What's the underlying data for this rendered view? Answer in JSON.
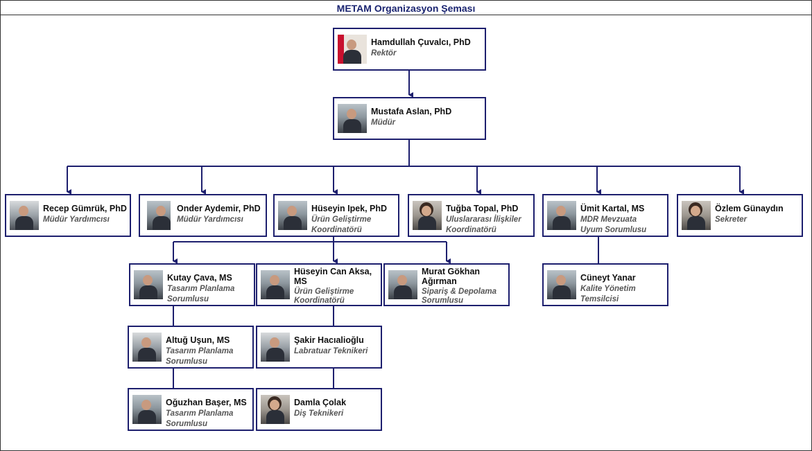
{
  "chart_title": "METAM Organizasyon Şeması",
  "nodes": {
    "rector": {
      "name": "Hamdullah Çuvalcı, PhD",
      "role": "Rektör"
    },
    "director": {
      "name": "Mustafa Aslan, PhD",
      "role": "Müdür"
    },
    "recep": {
      "name": "Recep Gümrük, PhD",
      "role": "Müdür Yardımcısı"
    },
    "onder": {
      "name": "Onder Aydemir, PhD",
      "role": "Müdür Yardımcısı"
    },
    "huseyin_ipek": {
      "name": "Hüseyin Ipek, PhD",
      "role_line1": "Ürün Geliştirme",
      "role_line2": "Koordinatörü"
    },
    "tugba": {
      "name": "Tuğba Topal, PhD",
      "role_line1": "Uluslararası İlişkiler",
      "role_line2": "Koordinatörü"
    },
    "umit": {
      "name": "Ümit Kartal, MS",
      "role_line1": "MDR Mevzuata",
      "role_line2": "Uyum Sorumlusu"
    },
    "ozlem": {
      "name": "Özlem Günaydın",
      "role": "Sekreter"
    },
    "kutay": {
      "name": "Kutay Çava, MS",
      "role_line1": "Tasarım Planlama",
      "role_line2": "Sorumlusu"
    },
    "huseyin_can": {
      "name_line1": "Hüseyin Can Aksa,",
      "name_line2": "MS",
      "role_line1": "Ürün Geliştirme",
      "role_line2": "Koordinatörü"
    },
    "murat": {
      "name_line1": "Murat Gökhan",
      "name_line2": "Ağırman",
      "role_line1": "Sipariş & Depolama",
      "role_line2": "Sorumlusu"
    },
    "cuneyt": {
      "name": "Cüneyt Yanar",
      "role_line1": "Kalite Yönetim",
      "role_line2": "Temsilcisi"
    },
    "altug": {
      "name": "Altuğ Uşun, MS",
      "role_line1": "Tasarım Planlama",
      "role_line2": "Sorumlusu"
    },
    "sakir": {
      "name": "Şakir Hacıalioğlu",
      "role": "Labratuar Teknikeri"
    },
    "oguzhan": {
      "name": "Oğuzhan Başer, MS",
      "role_line1": "Tasarım Planlama",
      "role_line2": "Sorumlusu"
    },
    "damla": {
      "name": "Damla Çolak",
      "role": "Diş Teknikeri"
    }
  },
  "colors": {
    "line": "#1d1f6e",
    "title": "#1a2470"
  }
}
